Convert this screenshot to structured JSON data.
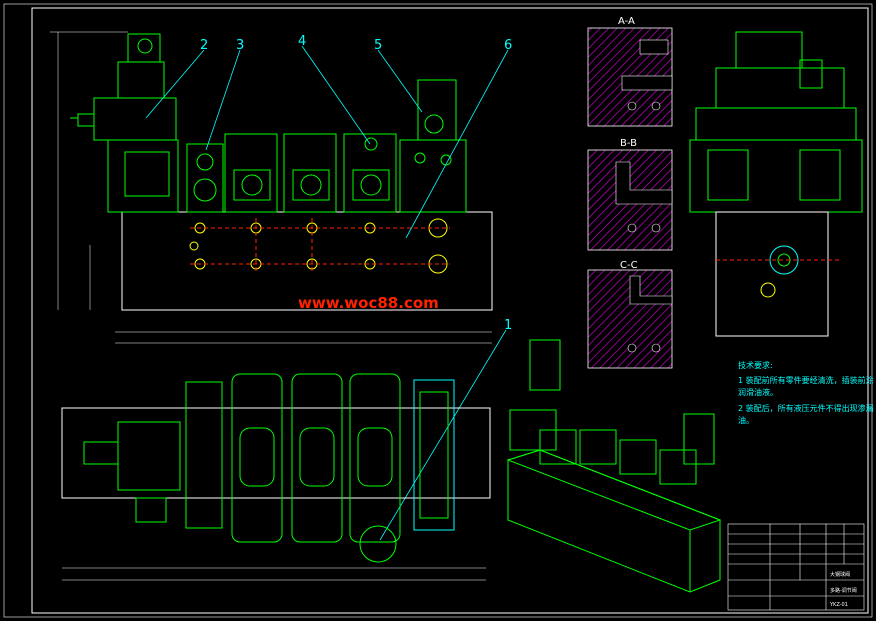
{
  "callouts": [
    "2",
    "3",
    "4",
    "5",
    "6",
    "1"
  ],
  "sections": [
    "A-A",
    "B-B",
    "C-C"
  ],
  "watermark": "www.woc88.com",
  "notes": {
    "title": "技术要求:",
    "line1a": "1 装配前所有零件要经清洗，插装前涂",
    "line1b": "润滑油液。",
    "line2a": "2 装配后，所有液压元件不得出现渗漏",
    "line2b": "油。"
  },
  "title_block": {
    "name": "大钢球阀",
    "sub": "多路-调节阀",
    "code": "YKZ-01"
  },
  "colors": {
    "frame": "#ffffff",
    "green": "#00ff00",
    "cyan": "#00ffff",
    "red": "#ff2200",
    "magenta": "#cc00cc",
    "yellow": "#ffff00"
  }
}
